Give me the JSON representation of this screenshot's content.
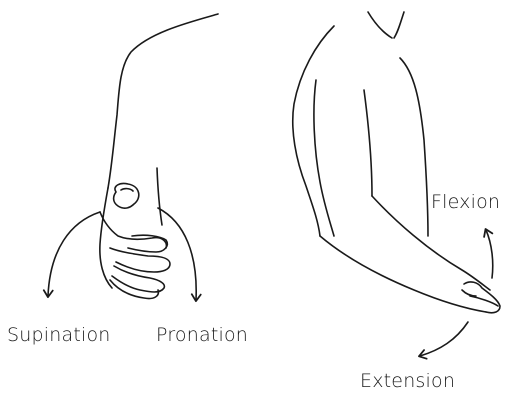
{
  "labels": {
    "supination": "Supination",
    "pronation": "Pronation",
    "flexion": "Flexion",
    "extension": "Extension"
  },
  "colors": {
    "stroke": "#1a1a1a",
    "background": "#ffffff"
  }
}
